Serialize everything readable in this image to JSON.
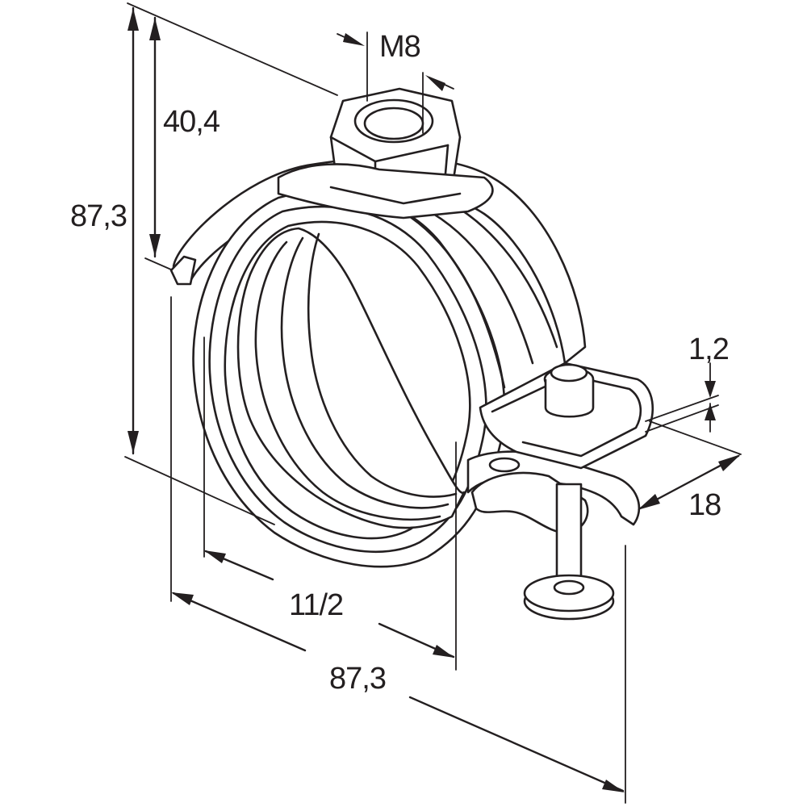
{
  "drawing": {
    "subject": "pipe-clamp-with-m8-nut",
    "line_color": "#231f20",
    "background": "#ffffff"
  },
  "dimensions": {
    "thread": "M8",
    "nut_height": "40,4",
    "total_height": "87,3",
    "band_thickness": "1,2",
    "band_width": "18",
    "pipe_size": "11/2",
    "total_width": "87,3"
  }
}
